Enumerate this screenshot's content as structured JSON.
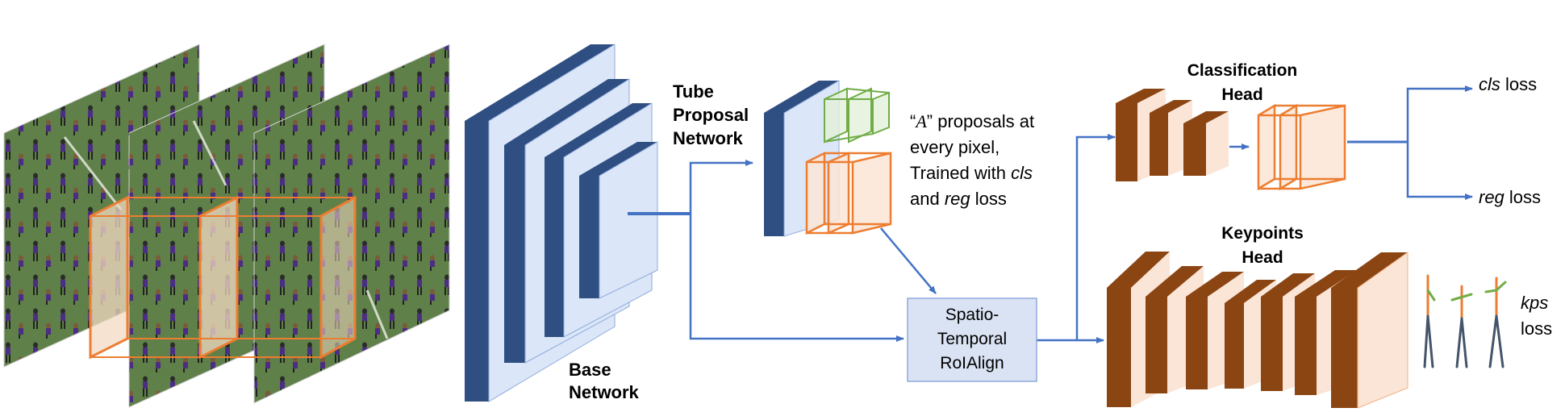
{
  "labels": {
    "tpn_line1": "Tube",
    "tpn_line2": "Proposal",
    "tpn_line3": "Network",
    "base_line1": "Base",
    "base_line2": "Network",
    "anchor_q_open": "“",
    "anchor_symbol": "A",
    "anchor_q_close": "”",
    "anchor_rest": " proposals at",
    "anchor_line2": "every pixel,",
    "anchor_line3_a": "Trained with ",
    "anchor_line3_b": "cls",
    "anchor_line4_a": "and ",
    "anchor_line4_b": "reg",
    "anchor_line4_c": " loss",
    "roi_line1": "Spatio-",
    "roi_line2": "Temporal",
    "roi_line3": "RoIAlign",
    "cls_head_line1": "Classification",
    "cls_head_line2": "Head",
    "kp_head_line1": "Keypoints",
    "kp_head_line2": "Head",
    "cls_loss_it": "cls",
    "cls_loss_rest": " loss",
    "reg_loss_it": "reg",
    "reg_loss_rest": " loss",
    "kps_loss_it": "kps",
    "kps_loss_rest": "loss"
  },
  "colors": {
    "navy": "#2f4e82",
    "light_blue": "#dbe7f8",
    "arrow_blue": "#4472c4",
    "orange": "#ed7d31",
    "brown_side": "#8b4513",
    "brown_front": "#fbe5d6",
    "green": "#70ad47",
    "field_green": "#6a8a4a",
    "roi_fill": "#dae3f3",
    "roi_stroke": "#8faadc"
  }
}
